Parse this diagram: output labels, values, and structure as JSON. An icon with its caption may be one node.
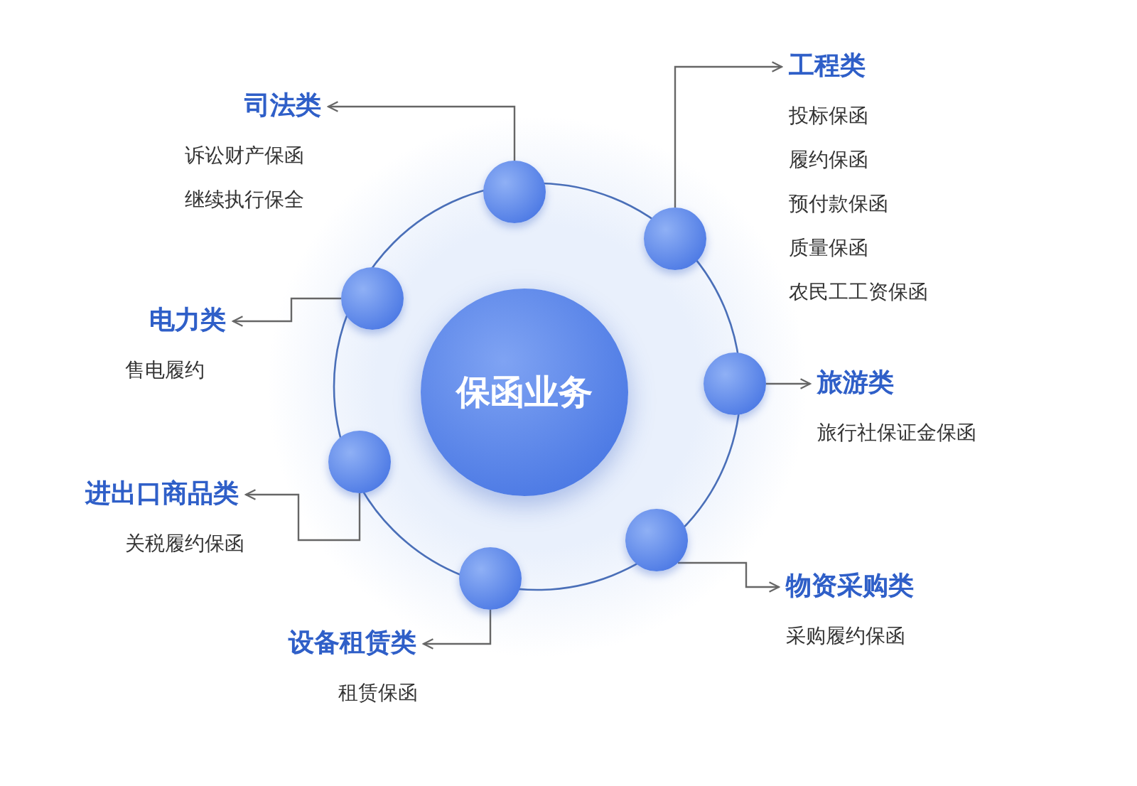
{
  "diagram": {
    "nodes": [
      {
        "text": [
          "保函业务"
        ]
      },
      {
        "text": [],
        "shape": "circle"
      },
      {
        "text": [],
        "shape": "circle"
      },
      {
        "text": [],
        "shape": "circle"
      },
      {
        "text": [],
        "shape": "circle"
      },
      {
        "text": [],
        "shape": "circle"
      },
      {
        "text": [],
        "shape": "circle"
      },
      {
        "text": [],
        "shape": "circle"
      },
      {
        "text": [
          "司法类",
          "诉讼财产保函",
          "继续执行保全"
        ]
      },
      {
        "text": [
          "工程类",
          "投标保函",
          "履约保函",
          "预付款保函",
          "质量保函",
          "农民工工资保函"
        ]
      },
      {
        "text": [
          "电力类",
          "售电履约"
        ]
      },
      {
        "text": [
          "旅游类",
          "旅行社保证金保函"
        ]
      },
      {
        "text": [
          "进出口商品类",
          "关税履约保函"
        ]
      },
      {
        "text": [
          "物资采购类",
          "采购履约保函"
        ]
      },
      {
        "text": [
          "设备租赁类",
          "租赁保函"
        ]
      }
    ],
    "edges": [
      {
        "from": 1,
        "to": 8,
        "arrow": "to"
      },
      {
        "from": 2,
        "to": 9,
        "arrow": "to"
      },
      {
        "from": 3,
        "to": 10,
        "arrow": "to"
      },
      {
        "from": 4,
        "to": 11,
        "arrow": "to"
      },
      {
        "from": 5,
        "to": 12,
        "arrow": "to"
      },
      {
        "from": 6,
        "to": 13,
        "arrow": "to"
      },
      {
        "from": 7,
        "to": 14,
        "arrow": "to"
      }
    ]
  }
}
